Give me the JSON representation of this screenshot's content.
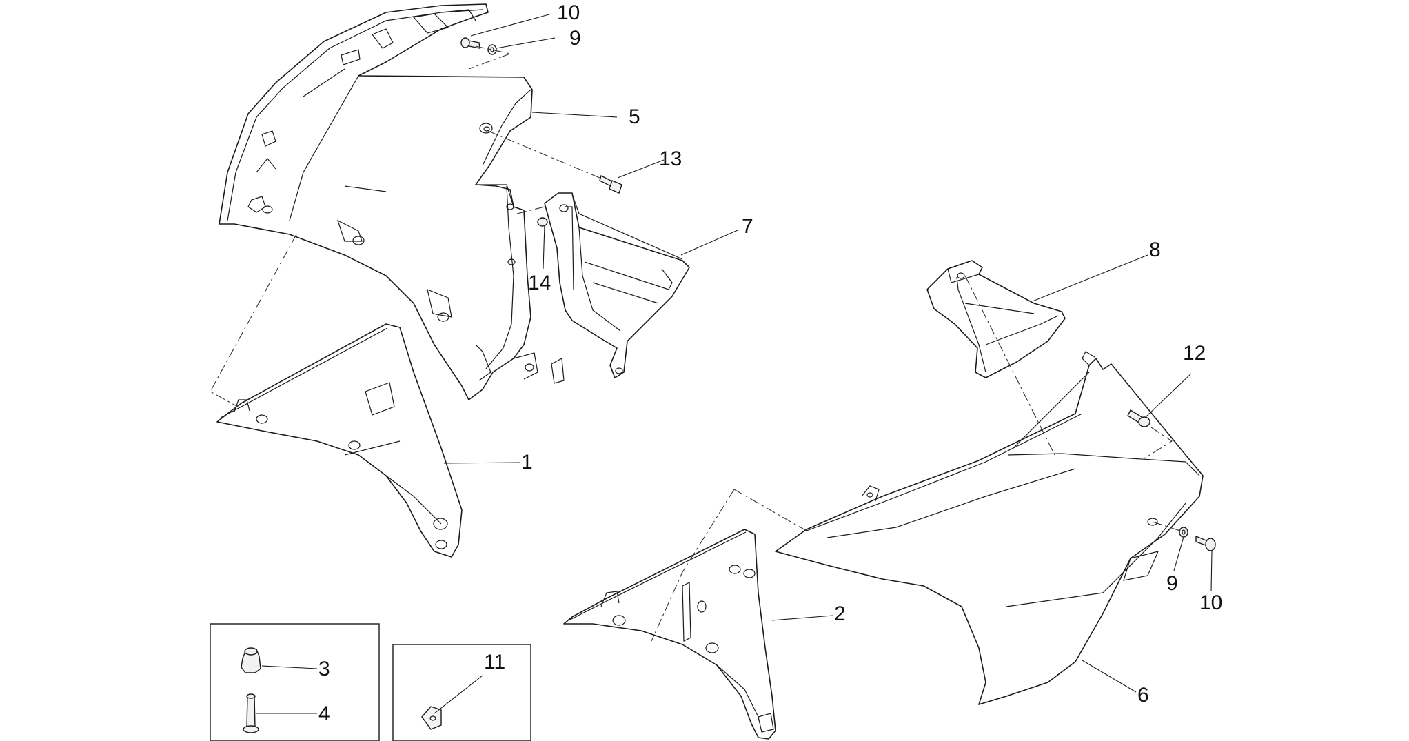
{
  "callouts": {
    "c1": "1",
    "c2": "2",
    "c3": "3",
    "c4": "4",
    "c5": "5",
    "c6": "6",
    "c7": "7",
    "c8": "8",
    "c9a": "9",
    "c9b": "9",
    "c10a": "10",
    "c10b": "10",
    "c11": "11",
    "c12": "12",
    "c13": "13",
    "c14": "14"
  }
}
